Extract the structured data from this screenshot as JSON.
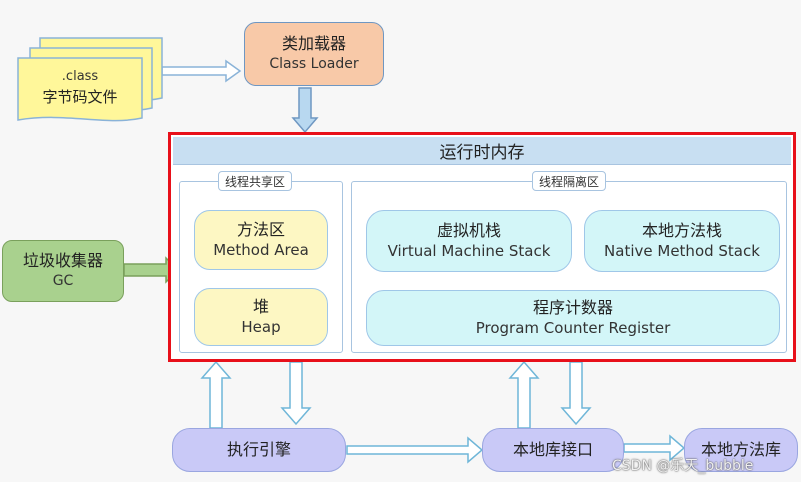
{
  "class_file": {
    "line1": ".class",
    "line2": "字节码文件"
  },
  "class_loader": {
    "cn": "类加载器",
    "en": "Class Loader"
  },
  "runtime_memory": {
    "title": "运行时内存"
  },
  "gc": {
    "cn": "垃圾收集器",
    "en": "GC"
  },
  "shared_area": {
    "label": "线程共享区",
    "method_area": {
      "cn": "方法区",
      "en": "Method Area"
    },
    "heap": {
      "cn": "堆",
      "en": "Heap"
    }
  },
  "isolated_area": {
    "label": "线程隔离区",
    "vm_stack": {
      "cn": "虚拟机栈",
      "en": "Virtual Machine Stack"
    },
    "native_stack": {
      "cn": "本地方法栈",
      "en": "Native Method Stack"
    },
    "pc_register": {
      "cn": "程序计数器",
      "en": "Program Counter Register"
    }
  },
  "execution_engine": "执行引擎",
  "native_interface": "本地库接口",
  "native_library": "本地方法库",
  "watermark": "CSDN @乐天_bubble"
}
